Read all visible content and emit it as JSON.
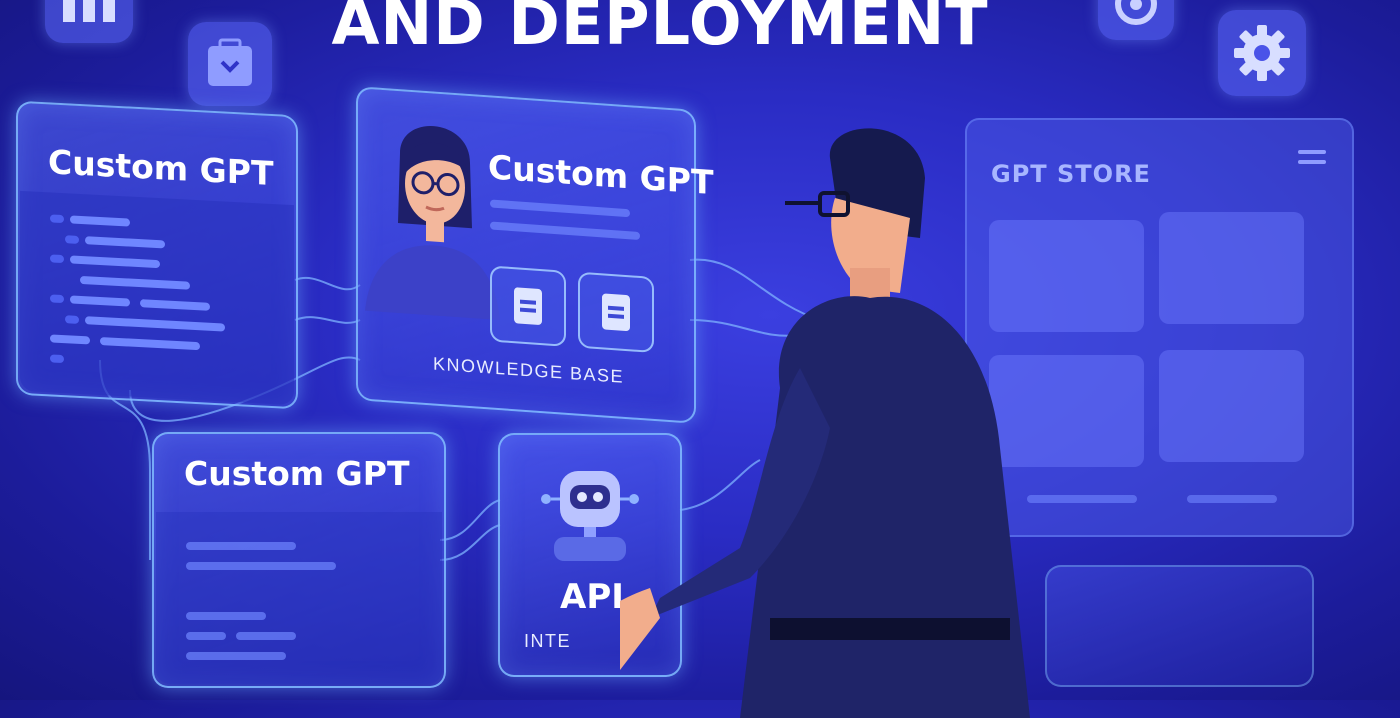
{
  "heading": "AND DEPLOYMENT",
  "panels": {
    "left": {
      "title": "Custom GPT"
    },
    "center": {
      "title": "Custom GPT",
      "knowledge_label": "KNOWLEDGE BASE"
    },
    "bottom": {
      "title": "Custom GPT"
    },
    "api": {
      "title": "API",
      "subtitle": "INTE"
    }
  },
  "store": {
    "title": "GPT STORE"
  },
  "icons": [
    "chart-icon",
    "calendar-icon",
    "target-icon",
    "gear-icon",
    "document-icon",
    "robot-icon"
  ],
  "colors": {
    "background": "#2a2cc4",
    "panel_border": "#82beff",
    "text": "#ffffff",
    "shirt": "#1f2468"
  }
}
